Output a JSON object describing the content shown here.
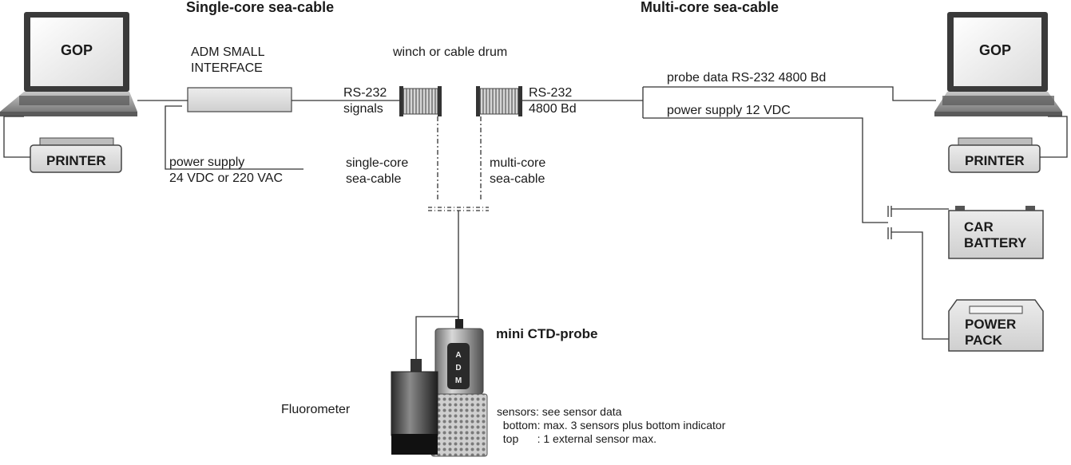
{
  "headings": {
    "single_core": "Single-core sea-cable",
    "multi_core": "Multi-core sea-cable"
  },
  "left": {
    "laptop_label": "GOP",
    "printer_label": "PRINTER",
    "interface_label_1": "ADM SMALL",
    "interface_label_2": "INTERFACE",
    "power_label_1": "power supply",
    "power_label_2": "24 VDC or 220 VAC",
    "signal_label_1": "RS-232",
    "signal_label_2": "signals"
  },
  "center": {
    "winch_label": "winch or cable drum",
    "single_cable_1": "single-core",
    "single_cable_2": "sea-cable",
    "multi_cable_1": "multi-core",
    "multi_cable_2": "sea-cable",
    "rs_label_1": "RS-232",
    "rs_label_2": "4800 Bd"
  },
  "right": {
    "laptop_label": "GOP",
    "printer_label": "PRINTER",
    "probe_data_label": "probe data RS-232 4800 Bd",
    "power_supply_label": "power supply 12 VDC",
    "battery_label_1": "CAR",
    "battery_label_2": "BATTERY",
    "powerpack_label_1": "POWER",
    "powerpack_label_2": "PACK"
  },
  "probe": {
    "title": "mini CTD-probe",
    "brand": "ADM",
    "fluorometer_label": "Fluorometer",
    "sensors_line_1": "sensors: see sensor data",
    "sensors_line_2": "  bottom: max. 3 sensors plus bottom indicator",
    "sensors_line_3": "  top      : 1 external sensor max."
  }
}
